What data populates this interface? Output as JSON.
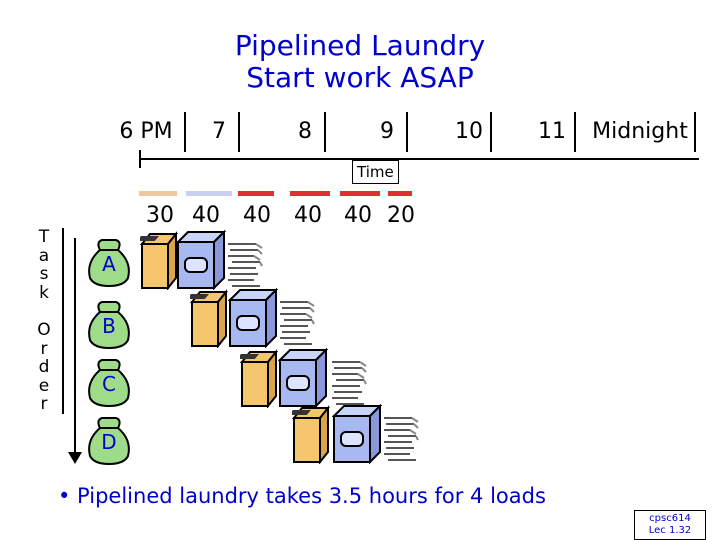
{
  "title": {
    "line1": "Pipelined Laundry",
    "line2": "Start work ASAP"
  },
  "timeline": {
    "hours": [
      "6 PM",
      "7",
      "8",
      "9",
      "10",
      "11",
      "Midnight"
    ],
    "axis_label": "Time",
    "durations": [
      "30",
      "40",
      "40",
      "40",
      "40",
      "20"
    ]
  },
  "axis": {
    "order_label": [
      "T",
      "a",
      "s",
      "k",
      "",
      "O",
      "r",
      "d",
      "e",
      "r"
    ]
  },
  "loads": [
    "A",
    "B",
    "C",
    "D"
  ],
  "bullet": "• Pipelined laundry takes 3.5 hours for 4 loads",
  "footer": {
    "line1": "cpsc614",
    "line2": "Lec 1.32"
  },
  "colors": {
    "title": "#0000cc",
    "washer_bar": "#f0c8a0",
    "dryer_bar": "#c8d0f0",
    "fold_bar": "#e03030",
    "washer": "#f6c66e",
    "dryer": "#a8b8f0",
    "bag": "#9edc8a"
  },
  "icons": [
    "laundry-bag-icon",
    "washer-icon",
    "dryer-icon",
    "folded-clothes-icon"
  ]
}
